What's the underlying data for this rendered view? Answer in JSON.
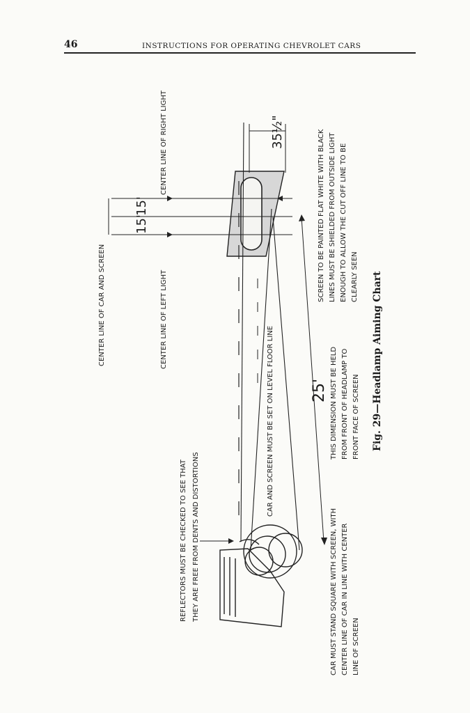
{
  "header": {
    "page_number": "46",
    "running_title": "INSTRUCTIONS FOR OPERATING CHEVROLET CARS"
  },
  "figure": {
    "caption": "Fig. 29—Headlamp Aiming Chart",
    "labels": {
      "center_line_right_light": "CENTER LINE OF RIGHT LIGHT",
      "center_line_car_screen": "CENTER LINE OF CAR AND SCREEN",
      "center_line_left_light": "CENTER LINE OF LEFT LIGHT",
      "floor_line": "CAR AND SCREEN MUST BE SET ON LEVEL FLOOR LINE",
      "reflectors_1": "REFLECTORS MUST BE CHECKED TO SEE THAT",
      "reflectors_2": "THEY ARE FREE FROM DENTS AND DISTORTIONS",
      "car_square_1": "CAR MUST STAND SQUARE WITH SCREEN, WITH",
      "car_square_2": "CENTER LINE OF CAR IN LINE WITH CENTER",
      "car_square_3": "LINE OF SCREEN",
      "dimension_1": "THIS DIMENSION MUST BE HELD",
      "dimension_2": "FROM FRONT OF HEADLAMP TO",
      "dimension_3": "FRONT FACE OF SCREEN",
      "screen_1": "SCREEN TO BE PAINTED FLAT WHITE WITH BLACK",
      "screen_2": "LINES MUST BE SHIELDED FROM OUTSIDE LIGHT",
      "screen_3": "ENOUGH TO ALLOW THE CUT OFF LINE TO BE",
      "screen_4": "CLEARLY SEEN"
    },
    "dimensions": {
      "distance": "25'",
      "right_offset": "15'",
      "left_offset": "15'",
      "height": "35½\""
    }
  }
}
